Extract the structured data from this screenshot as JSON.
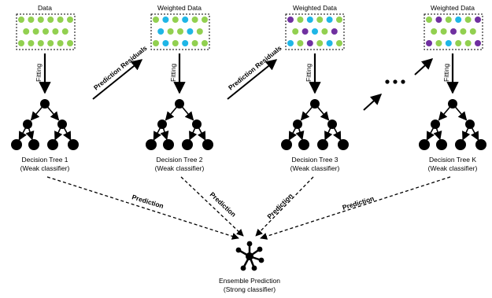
{
  "stages": [
    {
      "data_title": "Data",
      "fit_label": "Fitting",
      "tree_name": "Decision Tree 1",
      "tree_kind": "(Weak classifier)"
    },
    {
      "data_title": "Weighted Data",
      "fit_label": "Fitting",
      "tree_name": "Decision Tree 2",
      "tree_kind": "(Weak classifier)"
    },
    {
      "data_title": "Weighted Data",
      "fit_label": "Fitting",
      "tree_name": "Decision Tree 3",
      "tree_kind": "(Weak classifier)"
    },
    {
      "data_title": "Weighted Data",
      "fit_label": "Fitting",
      "tree_name": "Decision Tree K",
      "tree_kind": "(Weak classifier)"
    }
  ],
  "residual_labels": [
    "Prediction Residuals",
    "Prediction Residuals"
  ],
  "prediction_labels": [
    "Prediction",
    "Prediction",
    "Prediction",
    "Prediction"
  ],
  "ensemble": {
    "title": "Ensemble Prediction",
    "subtitle": "(Strong classifier)"
  },
  "colors": {
    "green": "#92d050",
    "blue": "#1fb6e6",
    "purple": "#7030a0",
    "line": "#000000"
  }
}
